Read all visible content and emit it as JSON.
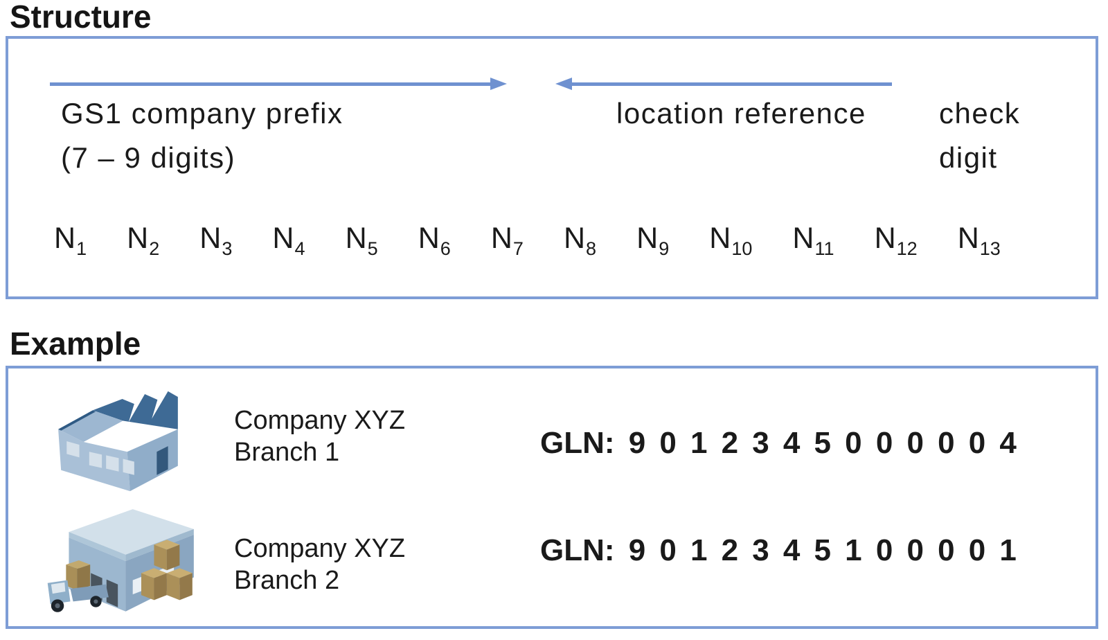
{
  "structure": {
    "heading": "Structure",
    "company_prefix_label": "GS1 company prefix",
    "company_prefix_range": "(7 – 9 digits)",
    "location_reference_label": "location reference",
    "check_digit_line1": "check",
    "check_digit_line2": "digit",
    "digit_positions": [
      {
        "base": "N",
        "sub": "1"
      },
      {
        "base": "N",
        "sub": "2"
      },
      {
        "base": "N",
        "sub": "3"
      },
      {
        "base": "N",
        "sub": "4"
      },
      {
        "base": "N",
        "sub": "5"
      },
      {
        "base": "N",
        "sub": "6"
      },
      {
        "base": "N",
        "sub": "7"
      },
      {
        "base": "N",
        "sub": "8"
      },
      {
        "base": "N",
        "sub": "9"
      },
      {
        "base": "N",
        "sub": "10"
      },
      {
        "base": "N",
        "sub": "11"
      },
      {
        "base": "N",
        "sub": "12"
      },
      {
        "base": "N",
        "sub": "13"
      }
    ]
  },
  "example": {
    "heading": "Example",
    "rows": [
      {
        "icon": "factory-icon",
        "company_line1": "Company XYZ",
        "company_line2": "Branch 1",
        "gln_label": "GLN:",
        "gln_digits": [
          "9",
          "0",
          "1",
          "2",
          "3",
          "4",
          "5",
          "0",
          "0",
          "0",
          "0",
          "0",
          "4"
        ]
      },
      {
        "icon": "warehouse-truck-icon",
        "company_line1": "Company XYZ",
        "company_line2": "Branch 2",
        "gln_label": "GLN:",
        "gln_digits": [
          "9",
          "0",
          "1",
          "2",
          "3",
          "4",
          "5",
          "1",
          "0",
          "0",
          "0",
          "0",
          "1"
        ]
      }
    ]
  },
  "colors": {
    "border_blue": "#7e9dd6",
    "arrow_blue": "#6f91d0",
    "text": "#1a1a1a"
  }
}
